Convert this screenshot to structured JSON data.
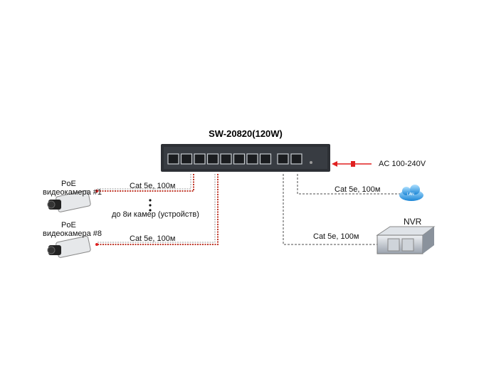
{
  "switch": {
    "title": "SW-20820(120W)",
    "poe_ports": 8,
    "uplink_ports": 2
  },
  "power": {
    "label": "AC 100-240V"
  },
  "camera1": {
    "line1": "PoE",
    "line2": "видеокамера #1"
  },
  "camera8": {
    "line1": "PoE",
    "line2": "видеокамера #8"
  },
  "cameras_note": "до 8и камер (устройств)",
  "cables": {
    "cam1": "Cat 5e, 100м",
    "cam8": "Cat 5e, 100м",
    "lan": "Cat 5e, 100м",
    "nvr": "Cat 5e, 100м"
  },
  "lan": {
    "label": "LAN"
  },
  "nvr": {
    "label": "NVR"
  },
  "colors": {
    "poe_cable": "#c0392b",
    "cable": "#888888",
    "power": "#e02020",
    "cloud": "#2f9be0"
  }
}
